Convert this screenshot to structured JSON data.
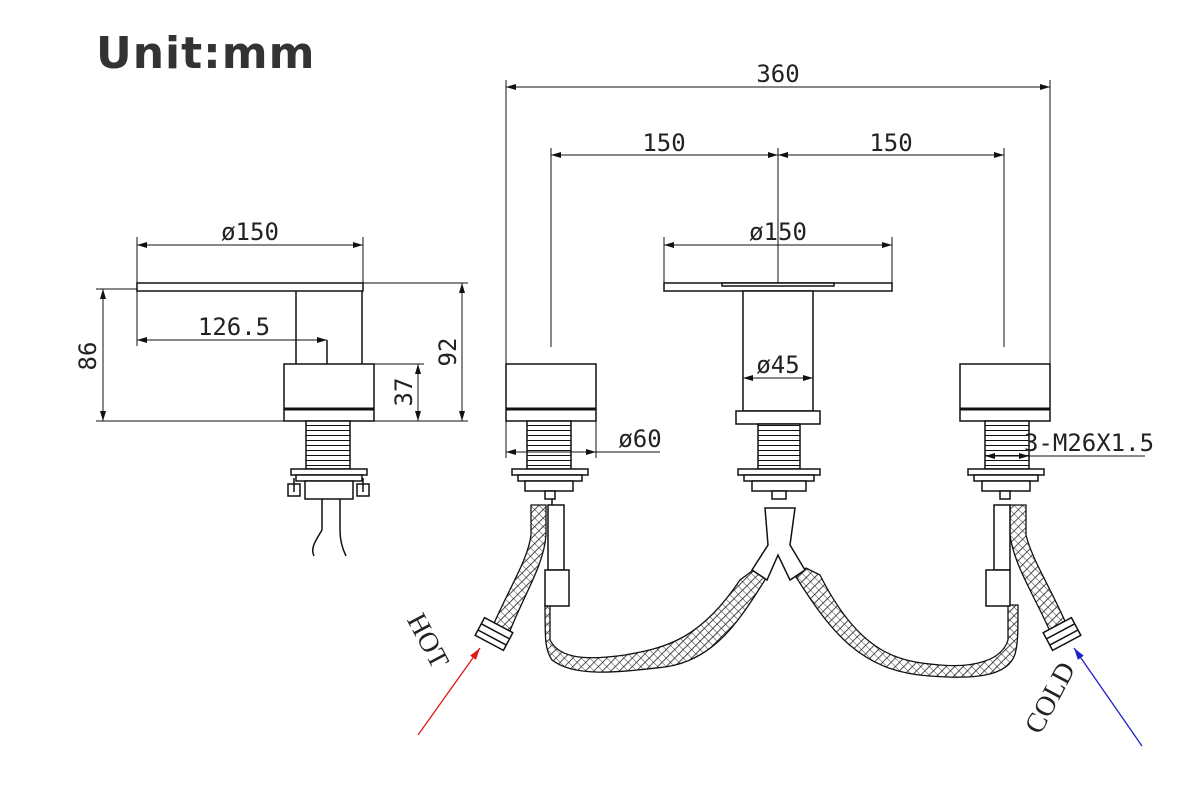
{
  "unit_title": "Unit:mm",
  "dimensions": {
    "overall_width": "360",
    "spacing_left": "150",
    "spacing_right": "150",
    "spout_plate_top": "ø150",
    "side_plate": "ø150",
    "side_reach": "126.5",
    "side_height_86": "86",
    "side_height_92": "92",
    "side_body_37": "37",
    "spout_stem": "ø45",
    "handle_dia": "ø60",
    "thread_spec": "3-M26X1.5"
  },
  "labels": {
    "hot": "HOT",
    "cold": "COLD"
  },
  "colors": {
    "hot_arrow": "#e01818",
    "cold_arrow": "#2020c8",
    "line": "#111111"
  }
}
